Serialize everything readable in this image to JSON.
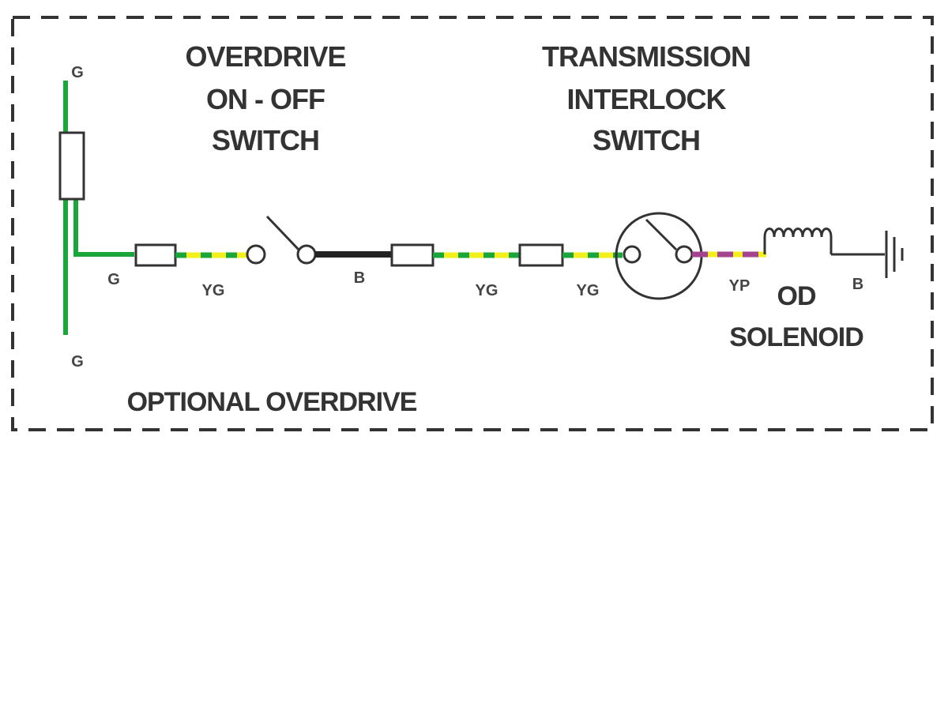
{
  "colors": {
    "green": "#1aa63a",
    "yellow": "#f2ef1c",
    "black": "#222222",
    "purple": "#a4438f",
    "border": "#333333"
  },
  "overdrive_switch": {
    "line1": "OVERDRIVE",
    "line2": "ON - OFF",
    "line3": "SWITCH"
  },
  "interlock_switch": {
    "line1": "TRANSMISSION",
    "line2": "INTERLOCK",
    "line3": "SWITCH"
  },
  "solenoid": {
    "line1": "OD",
    "line2": "SOLENOID"
  },
  "wire_labels": {
    "g_top": "G",
    "g_mid": "G",
    "g_bottom": "G",
    "yg_1": "YG",
    "b_1": "B",
    "yg_2": "YG",
    "yg_3": "YG",
    "yp": "YP",
    "b_2": "B"
  },
  "group_label": "OPTIONAL OVERDRIVE"
}
